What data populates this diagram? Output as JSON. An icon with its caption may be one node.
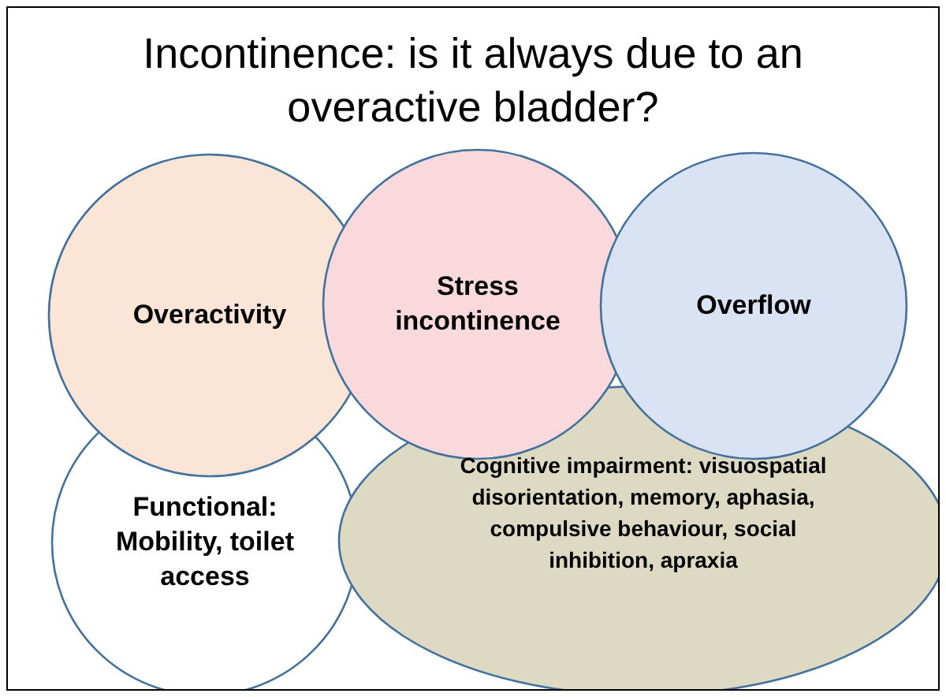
{
  "diagram": {
    "title": "Incontinence: is it always due to an overactive bladder?",
    "nodes": [
      {
        "text": [
          "Overactivity"
        ]
      },
      {
        "text": [
          "Stress incontinence"
        ]
      },
      {
        "text": [
          "Overflow"
        ]
      },
      {
        "text": [
          "Functional: Mobility, toilet access"
        ]
      },
      {
        "text": [
          "Cognitive impairment: visuospatial disorientation, memory, aphasia, compulsive behaviour, social inhibition, apraxia"
        ]
      }
    ]
  }
}
